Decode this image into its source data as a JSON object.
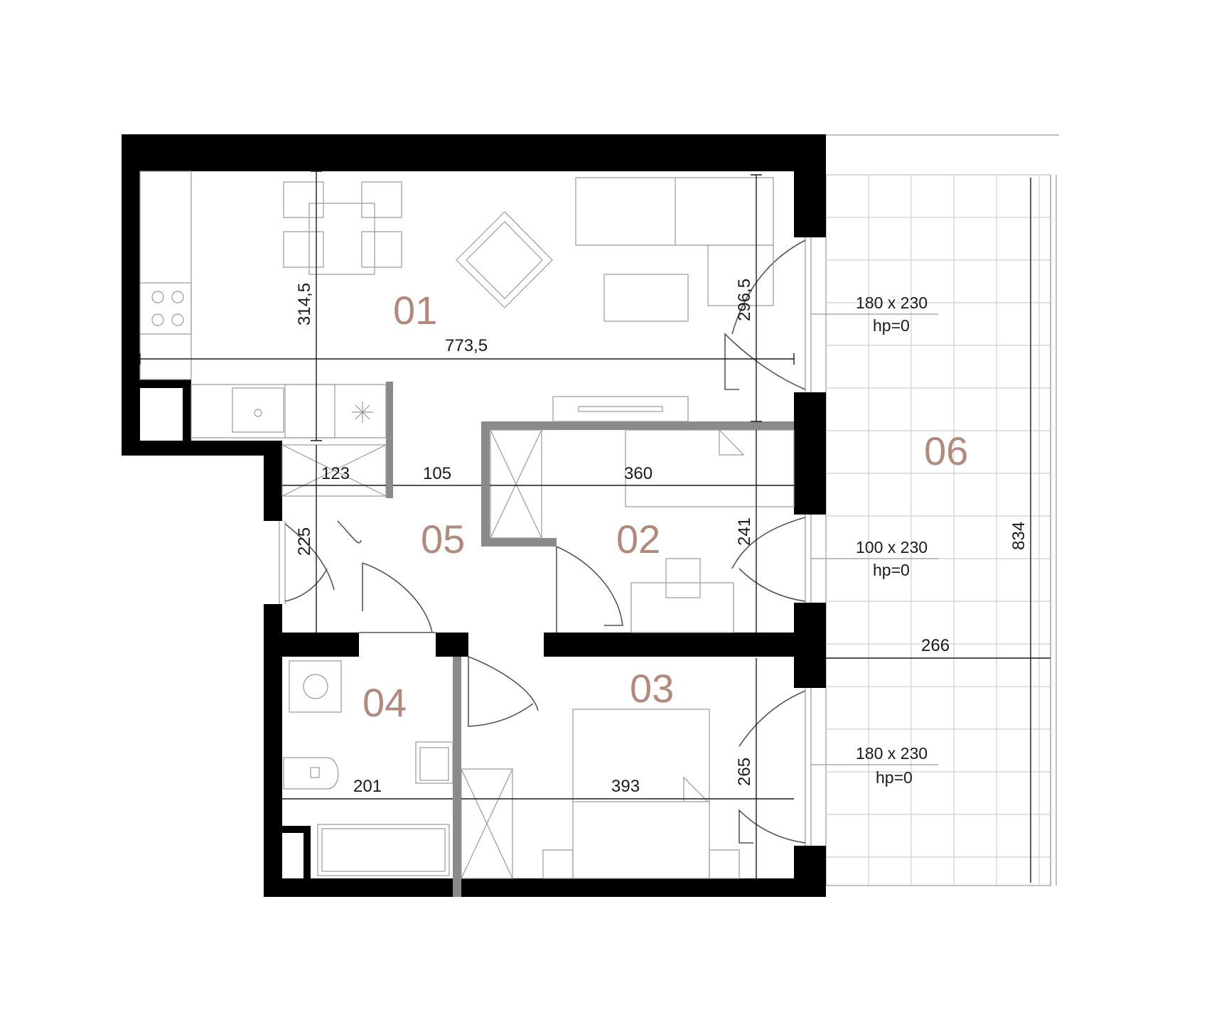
{
  "colors": {
    "wall": "#000000",
    "partition": "#8a8a8a",
    "room_label": "#b08a7c",
    "text": "#1a1a1a"
  },
  "rooms": [
    {
      "id": "01",
      "label": "01"
    },
    {
      "id": "02",
      "label": "02"
    },
    {
      "id": "03",
      "label": "03"
    },
    {
      "id": "04",
      "label": "04"
    },
    {
      "id": "05",
      "label": "05"
    },
    {
      "id": "06",
      "label": "06"
    }
  ],
  "dimensions": {
    "d_773_5": "773,5",
    "d_314_5": "314,5",
    "d_296_5": "296,5",
    "d_123": "123",
    "d_105": "105",
    "d_360": "360",
    "d_225": "225",
    "d_241": "241",
    "d_266": "266",
    "d_834": "834",
    "d_201": "201",
    "d_393": "393",
    "d_265": "265"
  },
  "windows": [
    {
      "size": "180 x 230",
      "hp": "hp=0"
    },
    {
      "size": "100 x 230",
      "hp": "hp=0"
    },
    {
      "size": "180 x 230",
      "hp": "hp=0"
    }
  ]
}
